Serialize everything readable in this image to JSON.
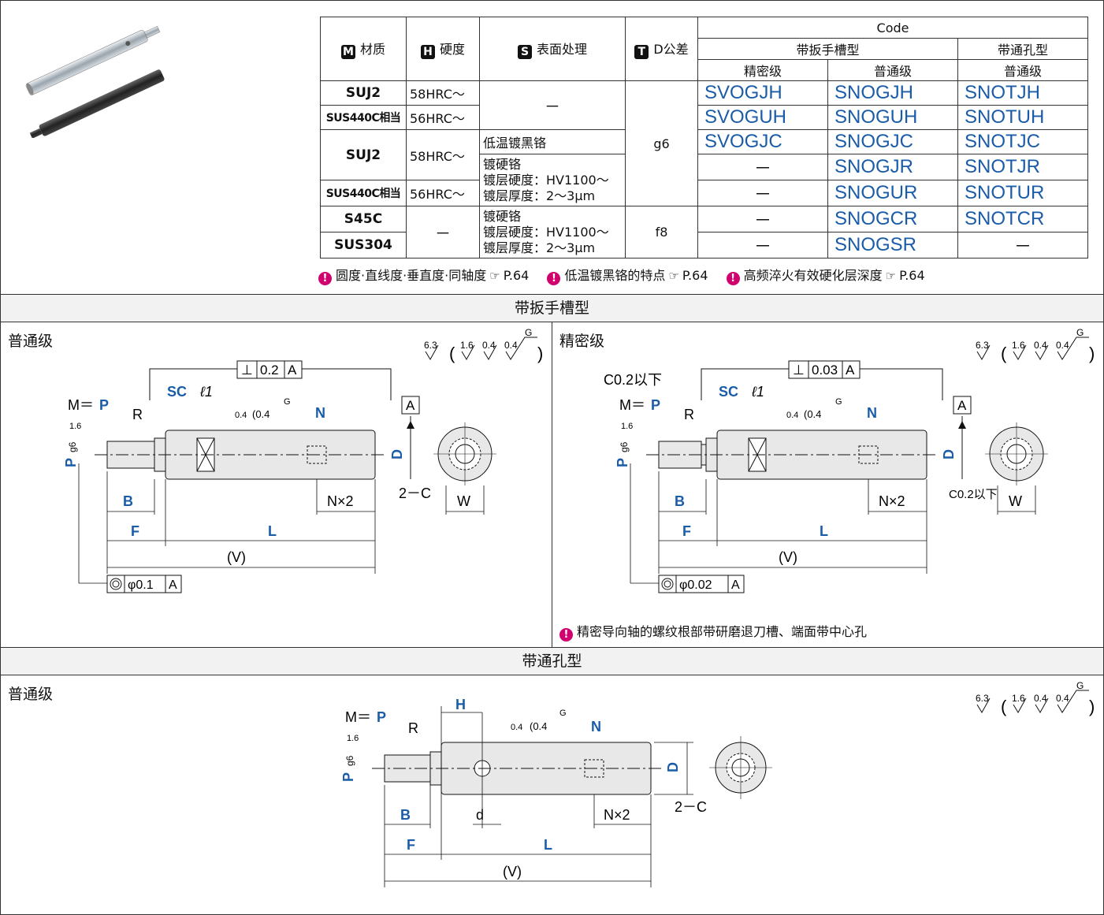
{
  "product_image": {
    "alt_icon": "guide-shaft-photo"
  },
  "table": {
    "headers": {
      "material": "材质",
      "material_icon": "M",
      "hardness": "硬度",
      "hardness_icon": "H",
      "surface": "表面处理",
      "surface_icon": "S",
      "tolerance": "D公差",
      "tolerance_icon": "T",
      "code": "Code",
      "wrench_type": "带扳手槽型",
      "through_type": "带通孔型",
      "precision": "精密级",
      "normal": "普通级",
      "normal2": "普通级"
    },
    "rows": {
      "r1_mat": "SUJ2",
      "r1_hard": "58HRC～",
      "r2_mat": "SUS440C相当",
      "r2_hard": "56HRC～",
      "surface_none": "－",
      "tol_g6": "g6",
      "r3_mat": "SUJ2",
      "r3_hard": "58HRC～",
      "r3_surface": "低温镀黑铬",
      "hardchrome_1": "镀硬铬",
      "hardchrome_2": "镀层硬度：HV1100～",
      "hardchrome_3": "镀层厚度：2～3μm",
      "r5_mat": "SUS440C相当",
      "r5_hard": "56HRC～",
      "r6_mat": "S45C",
      "r7_mat": "SUS304",
      "r6_hard": "－",
      "tol_f8": "f8",
      "c11": "SVOGJH",
      "c12": "SNOGJH",
      "c13": "SNOTJH",
      "c21": "SVOGUH",
      "c22": "SNOGUH",
      "c23": "SNOTUH",
      "c31": "SVOGJC",
      "c32": "SNOGJC",
      "c33": "SNOTJC",
      "c41": "－",
      "c42": "SNOGJR",
      "c43": "SNOTJR",
      "c51": "－",
      "c52": "SNOGUR",
      "c53": "SNOTUR",
      "c61": "－",
      "c62": "SNOGCR",
      "c63": "SNOTCR",
      "c71": "－",
      "c72": "SNOGSR",
      "c73": "－"
    },
    "notes": [
      {
        "text": "圆度·直线度·垂直度·同轴度",
        "ref": "P.64"
      },
      {
        "text": "低温镀黑铬的特点",
        "ref": "P.64"
      },
      {
        "text": "高频淬火有效硬化层深度",
        "ref": "P.64"
      }
    ]
  },
  "sections": {
    "wrench_title": "带扳手槽型",
    "through_title": "带通孔型",
    "normal_label": "普通级",
    "precision_label": "精密级",
    "normal_label2": "普通级",
    "precision_note": "精密导向轴的螺纹根部带研磨退刀槽、端面带中心孔"
  },
  "drawing": {
    "rough_main": "6.3",
    "rough_a": "1.6",
    "rough_b": "0.4",
    "rough_c": "0.4",
    "rough_g": "G",
    "perp_normal": "0.2",
    "perp_precision": "0.03",
    "datum": "A",
    "conc_normal": "φ0.1",
    "conc_precision": "φ0.02",
    "m_eq": "M＝",
    "p": "P",
    "g6": "g6",
    "sc": "SC",
    "l1": "ℓ1",
    "r": "R",
    "n": "N",
    "d": "D",
    "nx2": "N×2",
    "c2": "2－C",
    "w": "W",
    "b": "B",
    "f": "F",
    "l": "L",
    "v": "(V)",
    "rough16": "1.6",
    "c02": "C0.2以下",
    "h": "H",
    "dd": "d"
  }
}
